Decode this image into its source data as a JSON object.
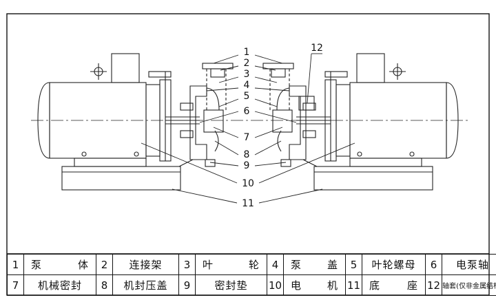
{
  "callouts": {
    "c1": "1",
    "c2": "2",
    "c3": "3",
    "c4": "4",
    "c5": "5",
    "c6": "6",
    "c7": "7",
    "c8": "8",
    "c9": "9",
    "c10": "10",
    "c11": "11",
    "c12": "12"
  },
  "parts": [
    {
      "no": "1",
      "name": "泵 体"
    },
    {
      "no": "2",
      "name": "连接架"
    },
    {
      "no": "3",
      "name": "叶 轮"
    },
    {
      "no": "4",
      "name": "泵 盖"
    },
    {
      "no": "5",
      "name": "叶轮螺母"
    },
    {
      "no": "6",
      "name": "电泵轴"
    },
    {
      "no": "7",
      "name": "机械密封"
    },
    {
      "no": "8",
      "name": "机封压盖"
    },
    {
      "no": "9",
      "name": "密封垫"
    },
    {
      "no": "10",
      "name": "电 机"
    },
    {
      "no": "11",
      "name": "底 座"
    },
    {
      "no": "12",
      "name": "轴套(仅非金属结构)"
    }
  ]
}
